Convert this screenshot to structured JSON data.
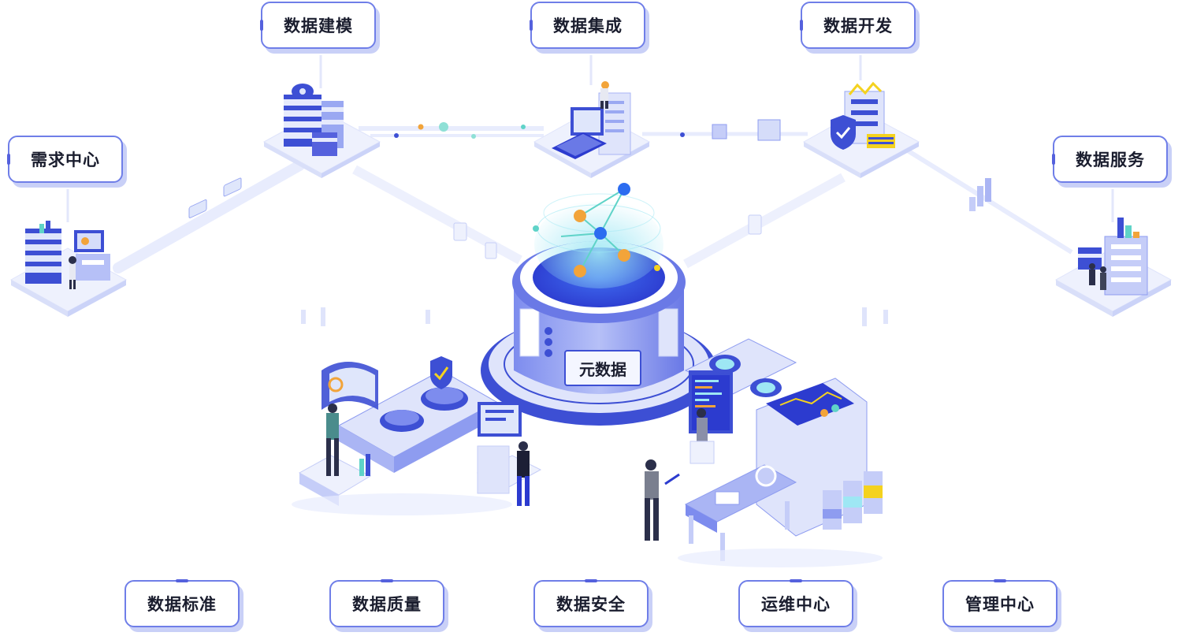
{
  "nodes": {
    "requirements_center": "需求中心",
    "data_modeling": "数据建模",
    "data_integration": "数据集成",
    "data_development": "数据开发",
    "data_service": "数据服务",
    "data_standard": "数据标准",
    "data_quality": "数据质量",
    "data_security": "数据安全",
    "ops_center": "运维中心",
    "management_center": "管理中心"
  },
  "center": {
    "label": "元数据"
  },
  "colors": {
    "primary_blue": "#3d4fd4",
    "light_blue": "#8e9cf0",
    "pale_blue": "#e6eafc",
    "accent_orange": "#f2a43a",
    "accent_teal": "#5fd3c8",
    "accent_yellow": "#f4d21f"
  }
}
